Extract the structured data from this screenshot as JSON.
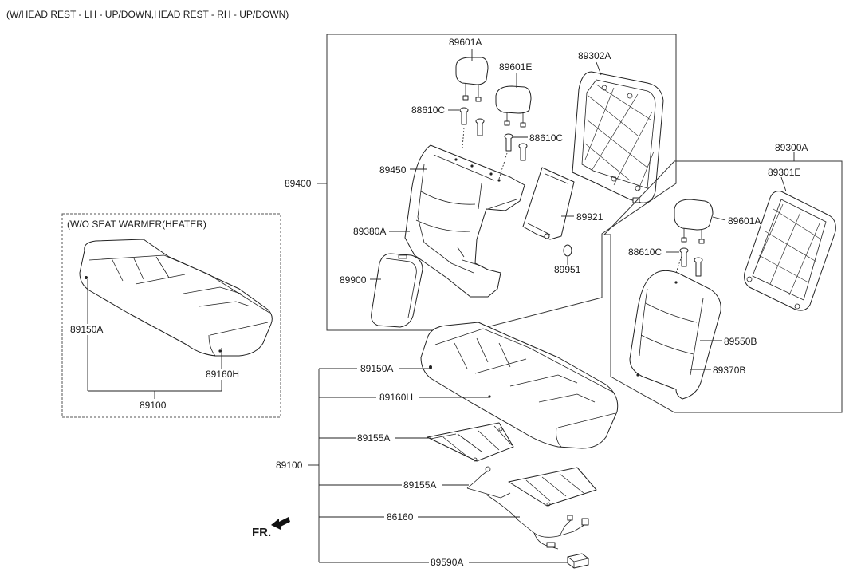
{
  "header": {
    "title": "(W/HEAD REST - LH - UP/DOWN,HEAD REST - RH - UP/DOWN)"
  },
  "options": {
    "no_heater": "(W/O SEAT WARMER(HEATER)"
  },
  "direction": {
    "label": "FR."
  },
  "labels": {
    "p89601A_top": "89601A",
    "p89601E": "89601E",
    "p89302A": "89302A",
    "p88610C_top": "88610C",
    "p88610C_mid": "88610C",
    "p89450": "89450",
    "p89400": "89400",
    "p89380A": "89380A",
    "p89921": "89921",
    "p89951": "89951",
    "p89900": "89900",
    "p89300A": "89300A",
    "p89301E": "89301E",
    "p89601A_right": "89601A",
    "p88610C_right": "88610C",
    "p89550B": "89550B",
    "p89370B": "89370B",
    "p89150A_left": "89150A",
    "p89160H_left": "89160H",
    "p89100_left": "89100",
    "p89150A": "89150A",
    "p89160H": "89160H",
    "p89155A_1": "89155A",
    "p89100_main": "89100",
    "p89155A_2": "89155A",
    "p86160": "86160",
    "p89590A": "89590A"
  }
}
